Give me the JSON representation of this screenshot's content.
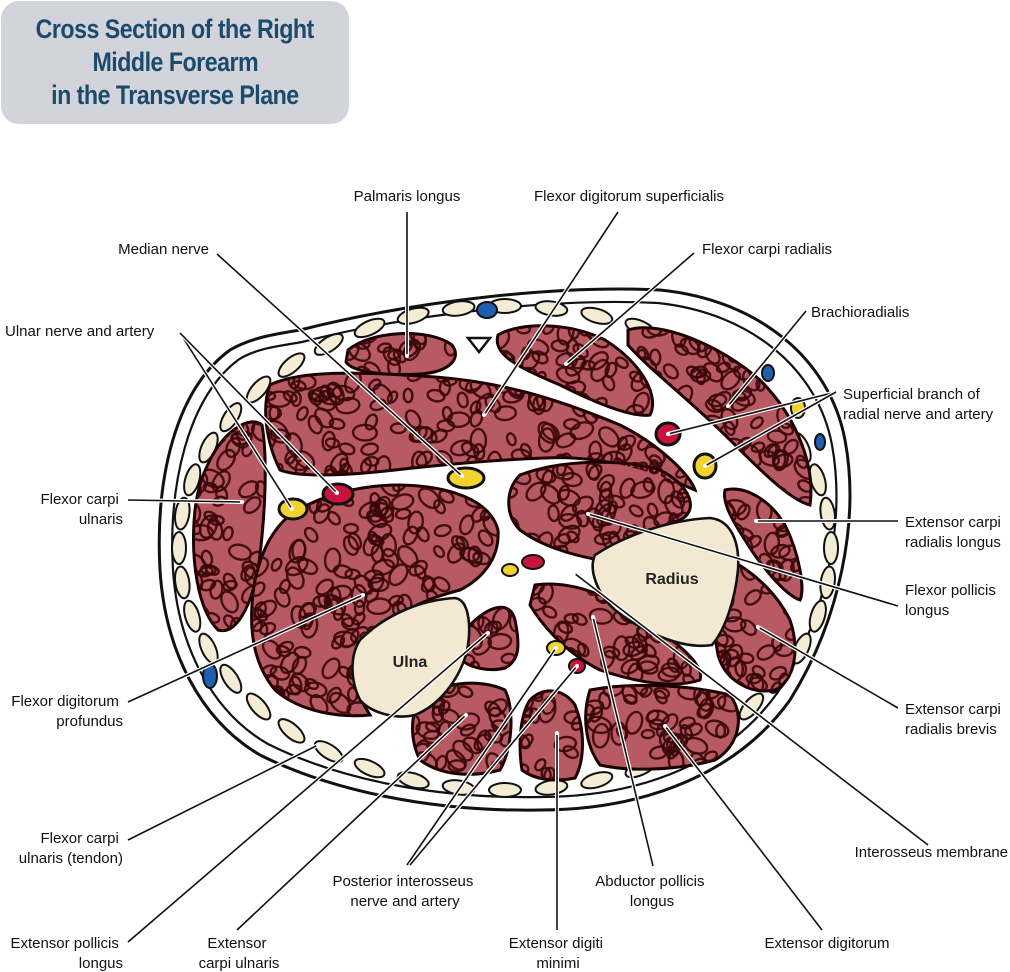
{
  "title": {
    "lines": [
      "Cross Section of the Right",
      "Middle Forearm",
      "in the Transverse Plane"
    ],
    "box_color": "#d3d3dc",
    "text_color": "#1b4b6b"
  },
  "colors": {
    "muscle": "#b85a63",
    "muscle_fiber": "#3a0508",
    "fat": "#f5ecd6",
    "bone": "#f3e9d2",
    "nerve": "#f2d22e",
    "artery": "#c8143c",
    "vein": "#1f5fb0"
  },
  "bones": {
    "ulna": "Ulna",
    "radius": "Radius"
  },
  "labels": {
    "palmaris_longus": [
      "Palmaris longus"
    ],
    "flexor_digitorum_superficialis": [
      "Flexor digitorum superficialis"
    ],
    "median_nerve": [
      "Median nerve"
    ],
    "flexor_carpi_radialis": [
      "Flexor carpi radialis"
    ],
    "ulnar_nerve_artery": [
      "Ulnar nerve and artery"
    ],
    "brachioradialis": [
      "Brachioradialis"
    ],
    "superficial_branch_radial": [
      "Superficial branch of",
      "radial nerve and artery"
    ],
    "flexor_carpi_ulnaris": [
      "Flexor carpi",
      "ulnaris"
    ],
    "extensor_carpi_radialis_longus": [
      "Extensor carpi",
      "radialis longus"
    ],
    "flexor_pollicis_longus": [
      "Flexor pollicis",
      "longus"
    ],
    "flexor_digitorum_profundus": [
      "Flexor digitorum",
      "profundus"
    ],
    "extensor_carpi_radialis_brevis": [
      "Extensor carpi",
      "radialis brevis"
    ],
    "flexor_carpi_ulnaris_tendon": [
      "Flexor carpi",
      "ulnaris (tendon)"
    ],
    "interosseus_membrane": [
      "Interosseus membrane"
    ],
    "posterior_interosseus": [
      "Posterior interosseus",
      "nerve and artery"
    ],
    "abductor_pollicis_longus": [
      "Abductor pollicis",
      "longus"
    ],
    "extensor_pollicis_longus": [
      "Extensor pollicis",
      "longus"
    ],
    "extensor_carpi_ulnaris": [
      "Extensor",
      "carpi ulnaris"
    ],
    "extensor_digiti_minimi": [
      "Extensor digiti",
      "minimi"
    ],
    "extensor_digitorum": [
      "Extensor digitorum"
    ]
  }
}
